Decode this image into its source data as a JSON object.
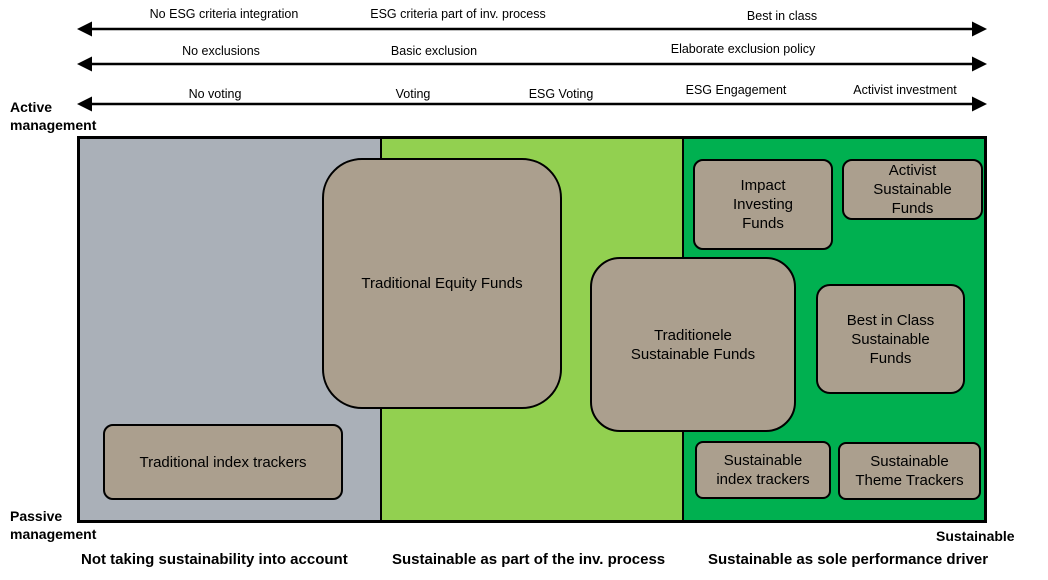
{
  "scales": [
    {
      "labels": [
        "No ESG criteria integration",
        "ESG criteria part of inv. process",
        "Best in class"
      ]
    },
    {
      "labels": [
        "No exclusions",
        "Basic exclusion",
        "Elaborate exclusion policy"
      ]
    },
    {
      "labels": [
        "No voting",
        "Voting",
        "ESG Voting",
        "ESG Engagement",
        "Activist investment"
      ]
    }
  ],
  "axis": {
    "top_left": "Active\nmanagement",
    "bottom_left": "Passive\nmanagement",
    "bottom_right": "Sustainable"
  },
  "regions": [
    {
      "label": "Not taking sustainability into account",
      "color": "#aab0b8"
    },
    {
      "label": "Sustainable as part of the inv. process",
      "color": "#92d050"
    },
    {
      "label": "Sustainable as sole performance driver",
      "color": "#00b050"
    }
  ],
  "boxes": {
    "traditional_equity": "Traditional Equity Funds",
    "traditional_index": "Traditional index trackers",
    "impact": "Impact\nInvesting\nFunds",
    "activist": "Activist\nSustainable\nFunds",
    "traditionele": "Traditionele\nSustainable Funds",
    "best_in_class": "Best in Class\nSustainable\nFunds",
    "sustainable_index": "Sustainable\nindex trackers",
    "theme": "Sustainable\nTheme Trackers"
  },
  "colors": {
    "box_fill": "#ab9f8e",
    "border": "#000000"
  }
}
